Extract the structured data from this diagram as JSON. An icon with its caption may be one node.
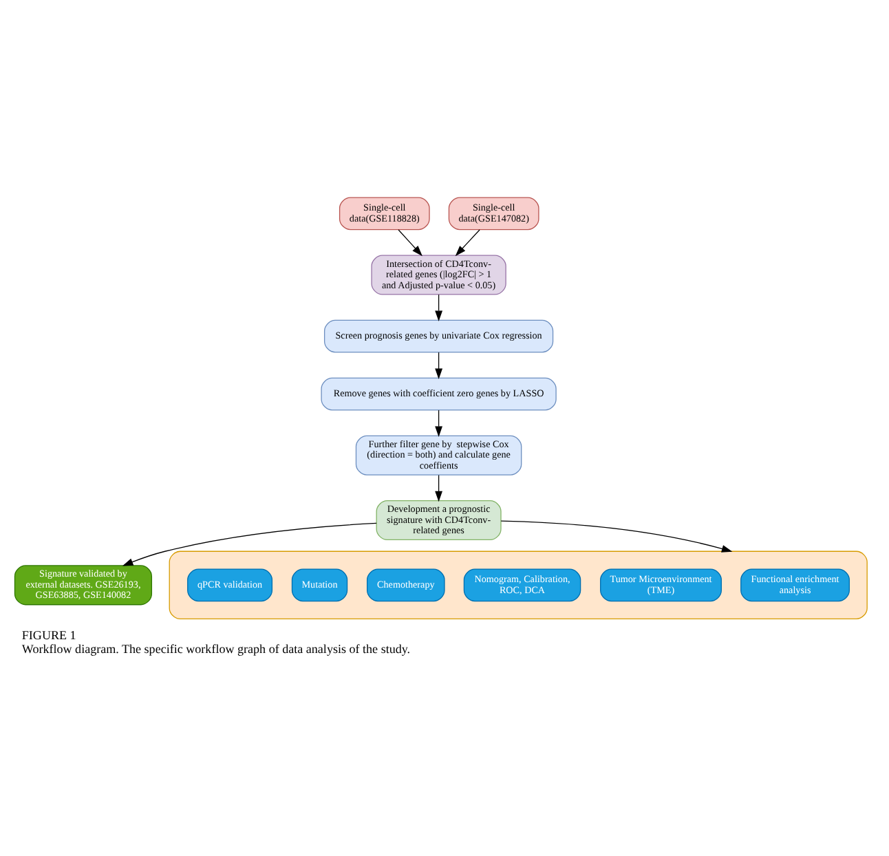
{
  "diagram": {
    "title": "FIGURE 1",
    "caption": "Workflow diagram. The specific workflow graph of data analysis of the study.",
    "nodes": [
      {
        "text": [
          "Single-cell data(GSE118828)"
        ]
      },
      {
        "text": [
          "Single-cell data(GSE147082)"
        ]
      },
      {
        "text": [
          "Intersection of CD4Tconv-related genes (|log2FC| > 1 and Adjusted p-value < 0.05)"
        ]
      },
      {
        "text": [
          "Screen prognosis genes by univariate Cox regression"
        ]
      },
      {
        "text": [
          "Remove genes with coefficient zero genes by LASSO"
        ]
      },
      {
        "text": [
          "Further filter gene by  stepwise Cox (direction = both) and calculate gene coeffients"
        ]
      },
      {
        "text": [
          "Development a prognostic signature with CD4Tconv-related genes"
        ]
      },
      {
        "text": [
          "Signature validated by external datasets. GSE26193,  GSE63885, GSE140082"
        ]
      },
      {
        "text": [],
        "shape": "ellipse"
      },
      {
        "text": [
          "Functional enrichment analysis"
        ],
        "in": 8
      },
      {
        "text": [
          "Tumor Microenvironment (TME)"
        ],
        "in": 8
      },
      {
        "text": [
          "Nomogram, Calibration, ROC, DCA"
        ],
        "in": 8
      },
      {
        "text": [
          "Chemotherapy"
        ],
        "in": 8
      },
      {
        "text": [
          "Mutation"
        ],
        "in": 8
      },
      {
        "text": [
          "qPCR validation"
        ],
        "in": 8
      }
    ],
    "edges": [
      {
        "from": 0,
        "to": 2,
        "arrow": "to"
      },
      {
        "from": 1,
        "to": 2,
        "arrow": "to"
      },
      {
        "from": 2,
        "to": 3,
        "arrow": "to"
      },
      {
        "from": 3,
        "to": 4,
        "arrow": "to"
      },
      {
        "from": 4,
        "to": 5,
        "arrow": "to"
      },
      {
        "from": 5,
        "to": 6,
        "arrow": "to"
      },
      {
        "from": 6,
        "to": 7,
        "arrow": "to"
      },
      {
        "from": 6,
        "to": 8,
        "arrow": "to"
      }
    ]
  }
}
